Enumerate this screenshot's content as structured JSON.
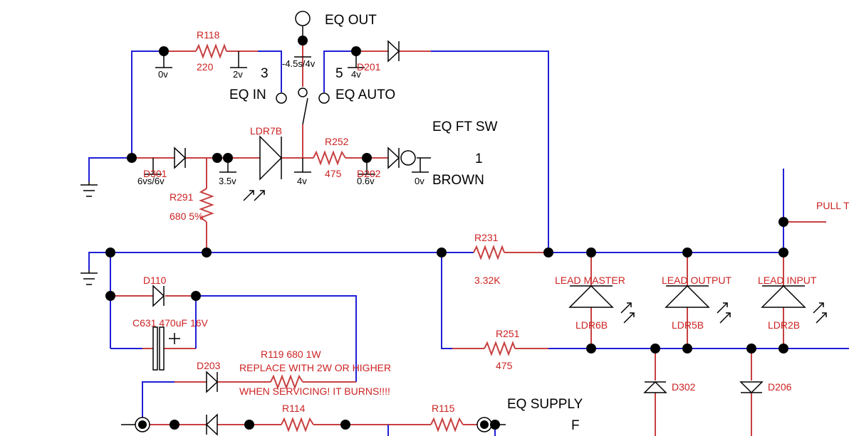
{
  "labels": {
    "eq_out": "EQ OUT",
    "eq_in": "EQ IN",
    "eq_auto": "EQ AUTO",
    "eq_ft_sw": "EQ FT SW",
    "pin_3": "3",
    "pin_5": "5",
    "pin_1": "1",
    "brown": "BROWN",
    "eq_supply": "EQ SUPPLY",
    "f": "F",
    "pull": "PULL T"
  },
  "components": {
    "r118": "R118",
    "r118_val": "220",
    "d201": "D201",
    "d301": "D301",
    "ldr7b": "LDR7B",
    "r252": "R252",
    "r252_val": "475",
    "d202": "D202",
    "r291": "R291",
    "r291_val": "680 5%",
    "r231": "R231",
    "r231_val": "3.32K",
    "d110": "D110",
    "c631": "C631  470uF 16V",
    "r251": "R251",
    "r251_val": "475",
    "lead_master": "LEAD MASTER",
    "ldr6b": "LDR6B",
    "lead_output": "LEAD OUTPUT",
    "ldr5b": "LDR5B",
    "lead_input": "LEAD INPUT",
    "ldr2b": "LDR2B",
    "d302": "D302",
    "d206": "D206",
    "d203": "D203",
    "r119": "R119   680 1W",
    "replace_note": "REPLACE WITH 2W OR HIGHER",
    "servicing_note": "WHEN SERVICING! IT BURNS!!!!",
    "r114": "R114",
    "r115": "R115"
  },
  "voltages": {
    "v_0v_a": "0v",
    "v_2v": "2v",
    "v_4p5": "-4.5s/4v",
    "v_4v_a": "4v",
    "v_6vs": "6vs/6v",
    "v_3p5": "3.5v",
    "v_4v_b": "4v",
    "v_0p6": "0.6v",
    "v_0v_b": "0v"
  }
}
